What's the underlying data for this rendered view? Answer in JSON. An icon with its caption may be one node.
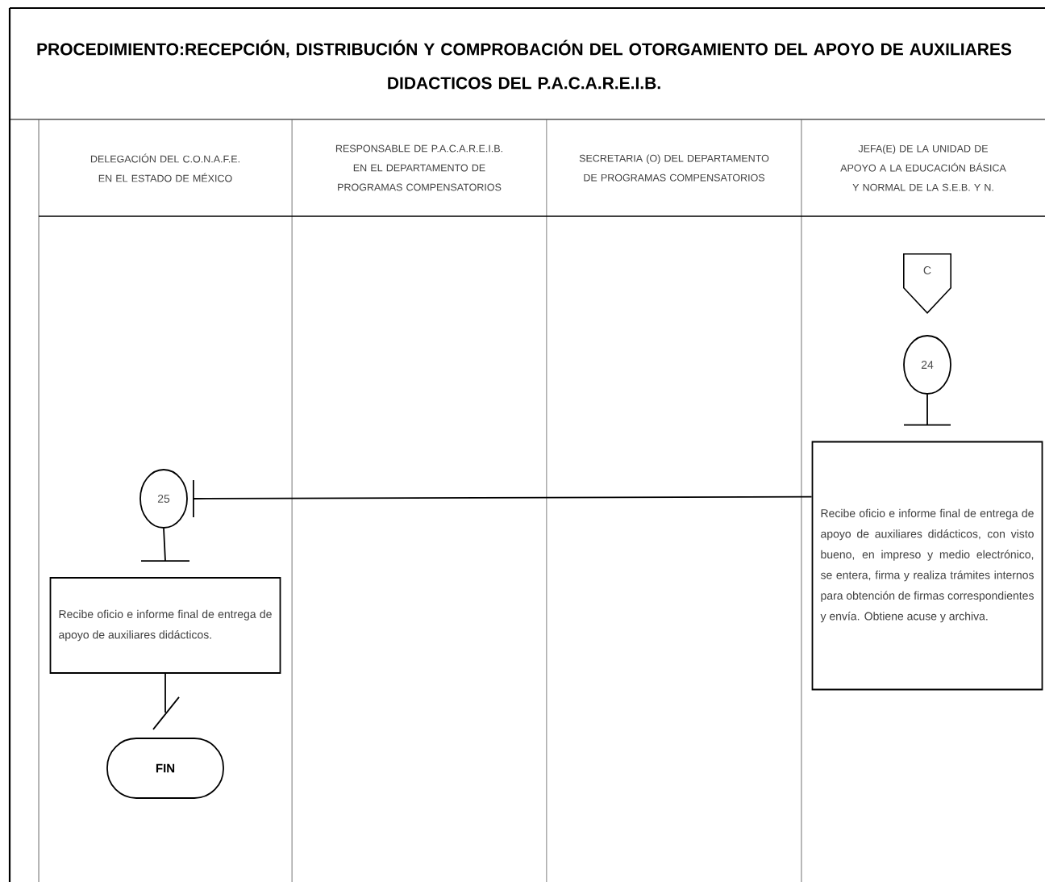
{
  "diagram": {
    "title": "PROCEDIMIENTO:RECEPCIÓN, DISTRIBUCIÓN Y COMPROBACIÓN DEL OTORGAMIENTO DEL APOYO DE AUXILIARES DIDACTICOS DEL P.A.C.A.R.E.I.B.",
    "nodes": [
      {
        "text": [
          "DELEGACIÓN DEL C.O.N.A.F.E. EN EL ESTADO DE MÉXICO"
        ]
      },
      {
        "text": [
          "RESPONSABLE DE P.A.C.A.R.E.I.B. EN EL DEPARTAMENTO DE PROGRAMAS COMPENSATORIOS"
        ]
      },
      {
        "text": [
          "SECRETARIA (O) DEL DEPARTAMENTO DE PROGRAMAS COMPENSATORIOS"
        ]
      },
      {
        "text": [
          "JEFA(E) DE LA UNIDAD DE APOYO A LA EDUCACIÓN BÁSICA Y NORMAL DE LA S.E.B. Y N."
        ]
      },
      {
        "text": [
          "C"
        ]
      },
      {
        "text": [
          "24"
        ]
      },
      {
        "text": [
          "Recibe oficio e informe final de entrega de apoyo de auxiliares didácticos, con visto bueno, en impreso y medio electrónico, se entera, firma y realiza trámites internos para obtención de firmas correspondientes y envía. Obtiene acuse y archiva."
        ]
      },
      {
        "text": [
          "25"
        ]
      },
      {
        "text": [
          "Recibe oficio e informe final de entrega de apoyo de auxiliares didácticos."
        ]
      },
      {
        "text": [
          "FIN"
        ]
      }
    ],
    "edges": [
      {
        "from": 5,
        "to": 6,
        "arrow": "none"
      },
      {
        "from": 6,
        "to": 7,
        "arrow": "none"
      },
      {
        "from": 7,
        "to": 8,
        "arrow": "none"
      },
      {
        "from": 8,
        "to": 9,
        "arrow": "none"
      }
    ]
  }
}
